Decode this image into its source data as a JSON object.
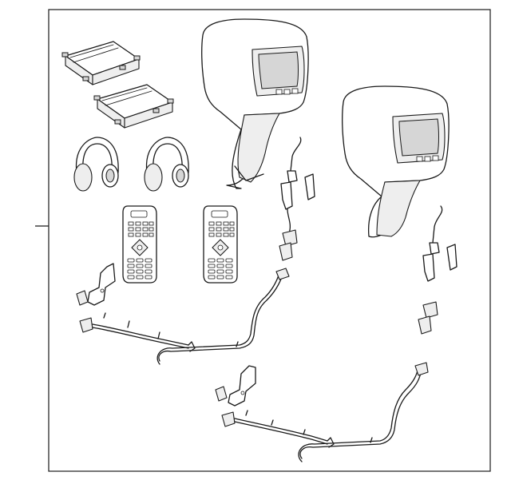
{
  "diagram": {
    "frame_color": "#1a1a1a",
    "background": "#ffffff",
    "parts": [
      {
        "id": "receiver-module-1",
        "icon": "receiver-module-icon"
      },
      {
        "id": "receiver-module-2",
        "icon": "receiver-module-icon"
      },
      {
        "id": "headphones-1",
        "icon": "headphones-icon"
      },
      {
        "id": "headphones-2",
        "icon": "headphones-icon"
      },
      {
        "id": "remote-control-1",
        "icon": "remote-control-icon"
      },
      {
        "id": "remote-control-2",
        "icon": "remote-control-icon"
      },
      {
        "id": "headrest-monitor-1",
        "icon": "headrest-monitor-icon"
      },
      {
        "id": "headrest-monitor-2",
        "icon": "headrest-monitor-icon"
      },
      {
        "id": "bracket-1",
        "icon": "bracket-icon"
      },
      {
        "id": "bracket-2",
        "icon": "bracket-icon"
      },
      {
        "id": "wiring-harness-1",
        "icon": "wiring-harness-icon"
      },
      {
        "id": "wiring-harness-2",
        "icon": "wiring-harness-icon"
      }
    ]
  }
}
